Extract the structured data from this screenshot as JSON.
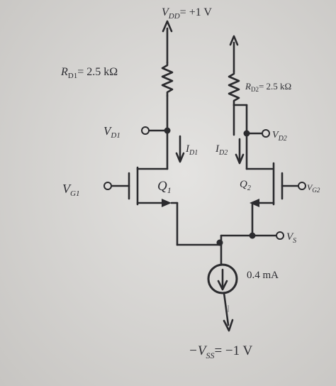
{
  "supply": {
    "vdd": "V",
    "vdd_sub": "DD",
    "vdd_value": "= +1 V",
    "vss": "−V",
    "vss_sub": "SS",
    "vss_value": "= −1 V"
  },
  "resistors": {
    "rd1": {
      "sym": "R",
      "sub": "D1",
      "value": "= 2.5 kΩ"
    },
    "rd2": {
      "sym": "R",
      "sub": "D2",
      "value": "= 2.5 kΩ"
    }
  },
  "nodes": {
    "vd1": {
      "sym": "V",
      "sub": "D1"
    },
    "vd2": {
      "sym": "V",
      "sub": "D2"
    },
    "vg1": {
      "sym": "V",
      "sub": "G1"
    },
    "vg2": {
      "sym": "V",
      "sub": "G2"
    },
    "vs": {
      "sym": "V",
      "sub": "S"
    }
  },
  "currents": {
    "id1": {
      "sym": "I",
      "sub": "D1"
    },
    "id2": {
      "sym": "I",
      "sub": "D2"
    }
  },
  "transistors": {
    "q1": {
      "sym": "Q",
      "sub": "1"
    },
    "q2": {
      "sym": "Q",
      "sub": "2"
    }
  },
  "current_source": {
    "value": "0.4 mA"
  }
}
